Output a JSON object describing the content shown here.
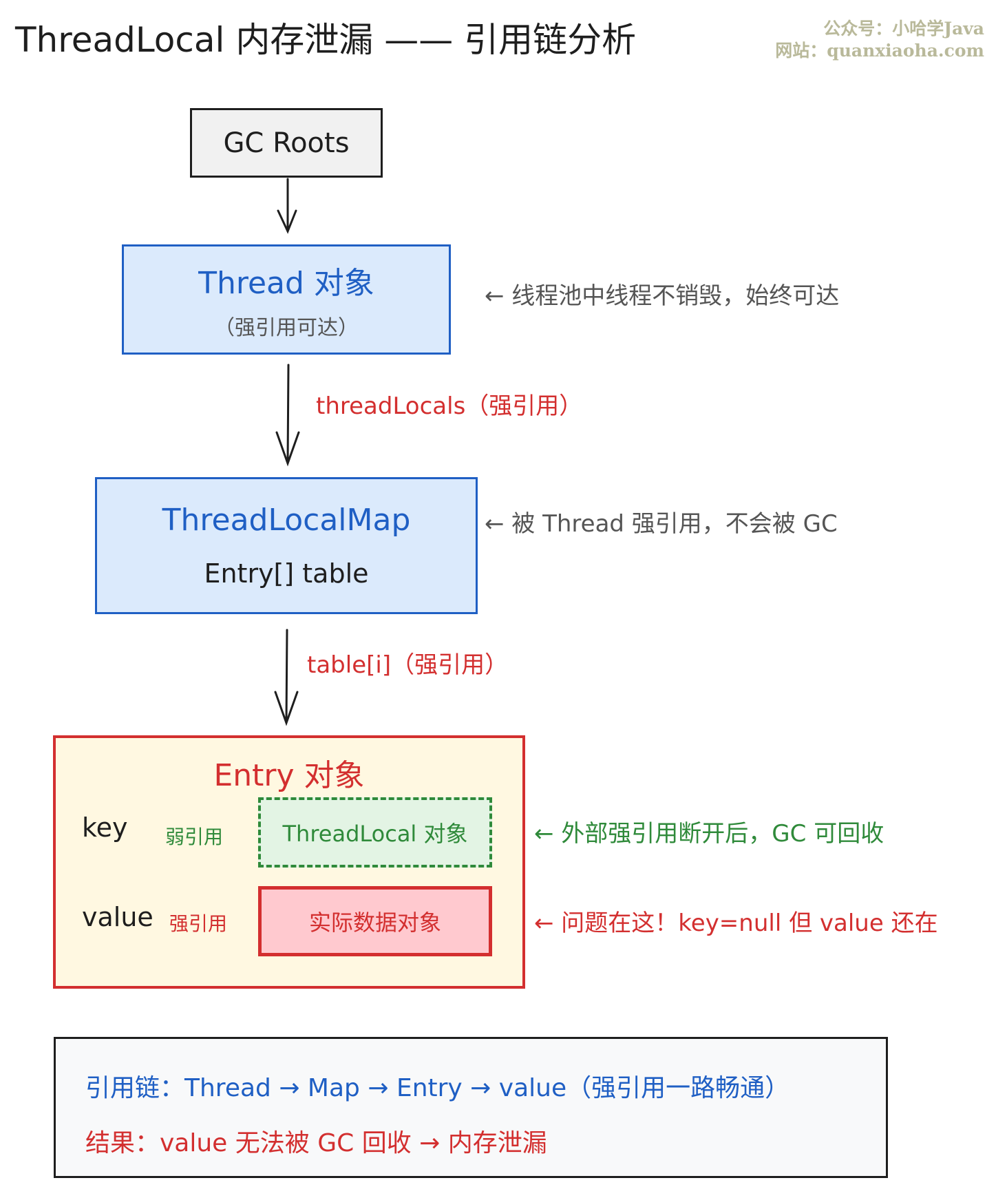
{
  "title": "ThreadLocal 内存泄漏 —— 引用链分析",
  "watermark": {
    "line1": "公众号：小哈学Java",
    "line2": "网站：quanxiaoha.com"
  },
  "nodes": {
    "gc_roots": "GC Roots",
    "thread": {
      "title": "Thread 对象",
      "subtitle": "（强引用可达）"
    },
    "map": {
      "title": "ThreadLocalMap",
      "subtitle": "Entry[] table"
    },
    "entry": {
      "title": "Entry 对象",
      "key_label": "key",
      "key_ref": "弱引用",
      "key_target": "ThreadLocal 对象",
      "value_label": "value",
      "value_ref": "强引用",
      "value_target": "实际数据对象"
    }
  },
  "edges": {
    "thread_to_map": "threadLocals（强引用）",
    "map_to_entry": "table[i]（强引用）"
  },
  "notes": {
    "thread": "← 线程池中线程不销毁，始终可达",
    "map": "← 被 Thread 强引用，不会被 GC",
    "key": "← 外部强引用断开后，GC 可回收",
    "value": "← 问题在这！key=null 但 value 还在"
  },
  "summary": {
    "chain": "引用链：Thread → Map → Entry → value（强引用一路畅通）",
    "result": "结果：value 无法被 GC 回收 → 内存泄漏"
  },
  "colors": {
    "blue": "#1f5fc4",
    "red": "#d32f2f",
    "green": "#2f8a3a"
  }
}
